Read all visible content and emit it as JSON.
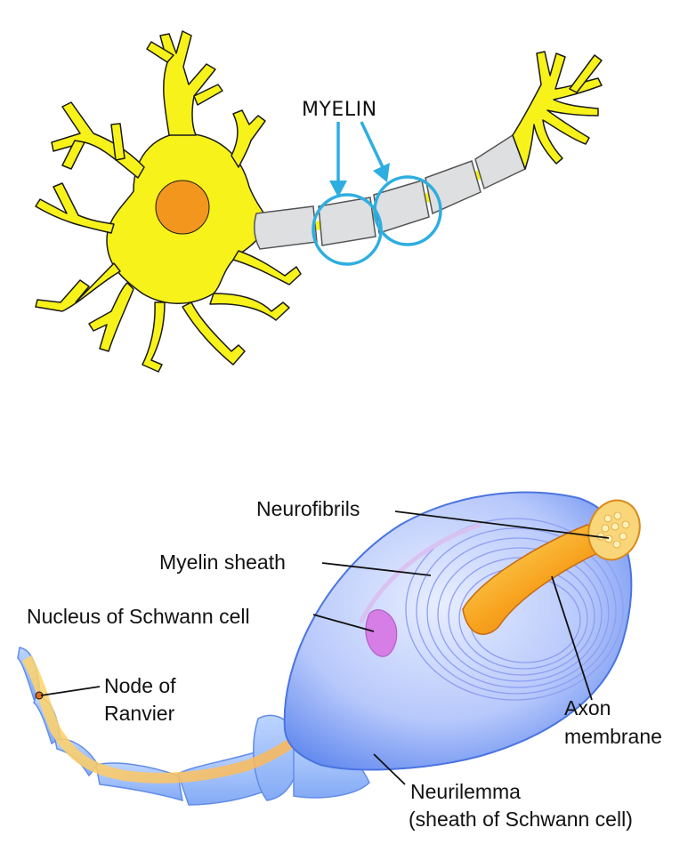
{
  "top_figure": {
    "label": "MYELIN",
    "colors": {
      "cell_body": "#f7f21a",
      "nucleus": "#f2961e",
      "myelin_segment": "#dedfe0",
      "pointer": "#2eaee0"
    }
  },
  "bottom_figure": {
    "labels": {
      "neurofibrils": "Neurofibrils",
      "myelin_sheath": "Myelin sheath",
      "nucleus_schwann": "Nucleus of Schwann cell",
      "node_ranvier_line1": "Node of",
      "node_ranvier_line2": "Ranvier",
      "axon_membrane_line1": "Axon",
      "axon_membrane_line2": "membrane",
      "neurilemma_line1": "Neurilemma",
      "neurilemma_line2": "(sheath of Schwann cell)"
    },
    "colors": {
      "sheath": "#6f9cf2",
      "sheath_light": "#c9dbff",
      "axon": "#f5a623",
      "schwann_nucleus": "#d77de6"
    }
  }
}
